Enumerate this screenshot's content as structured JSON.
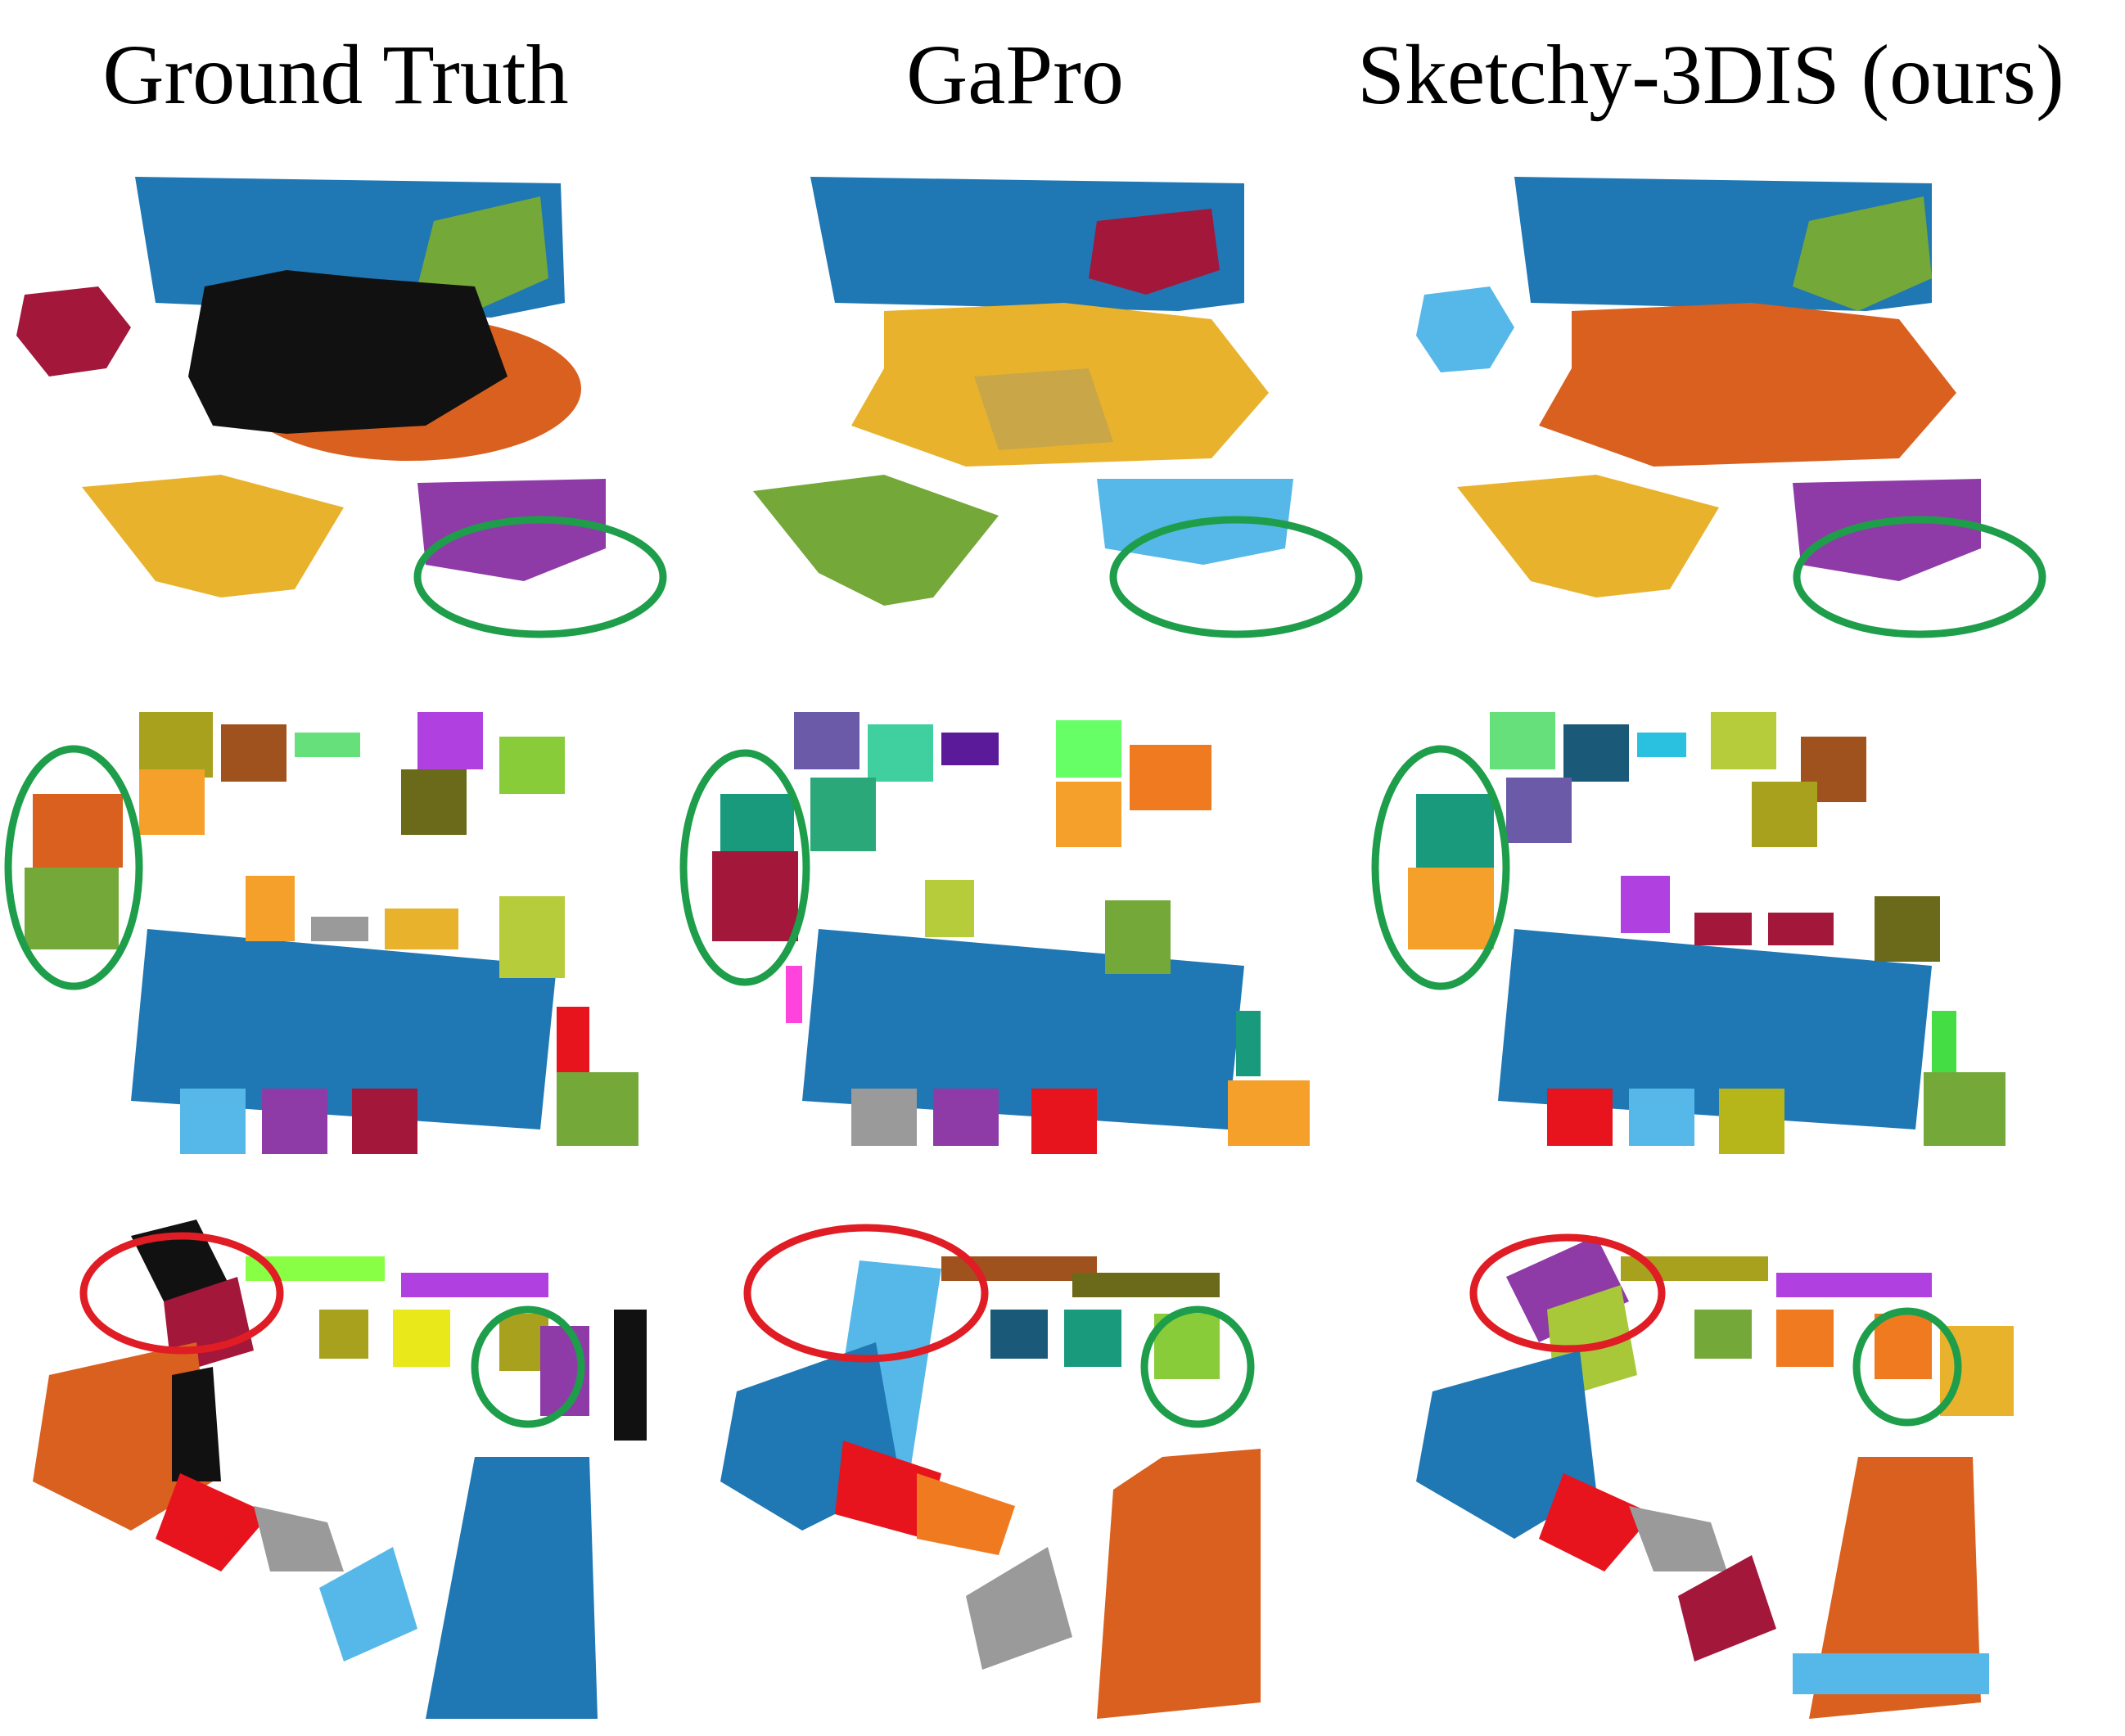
{
  "columns": [
    {
      "title": "Ground Truth"
    },
    {
      "title": "GaPro"
    },
    {
      "title": "Sketchy-3DIS (ours)"
    }
  ],
  "colors": {
    "blue": "#1f77b4",
    "orange": "#d9601e",
    "gold": "#e8b22c",
    "purple": "#8e3ba7",
    "green": "#74a839",
    "lightgreen": "#88cc3a",
    "maroon": "#a3173a",
    "black": "#111111",
    "skyblue": "#56b8e8",
    "red": "#e8141d",
    "gray": "#9a9a9a",
    "magenta": "#ff44dd",
    "olive": "#7a7418",
    "teal": "#1a9a7c",
    "ring_green": "#1e9e4a",
    "ring_red": "#e01c24"
  }
}
